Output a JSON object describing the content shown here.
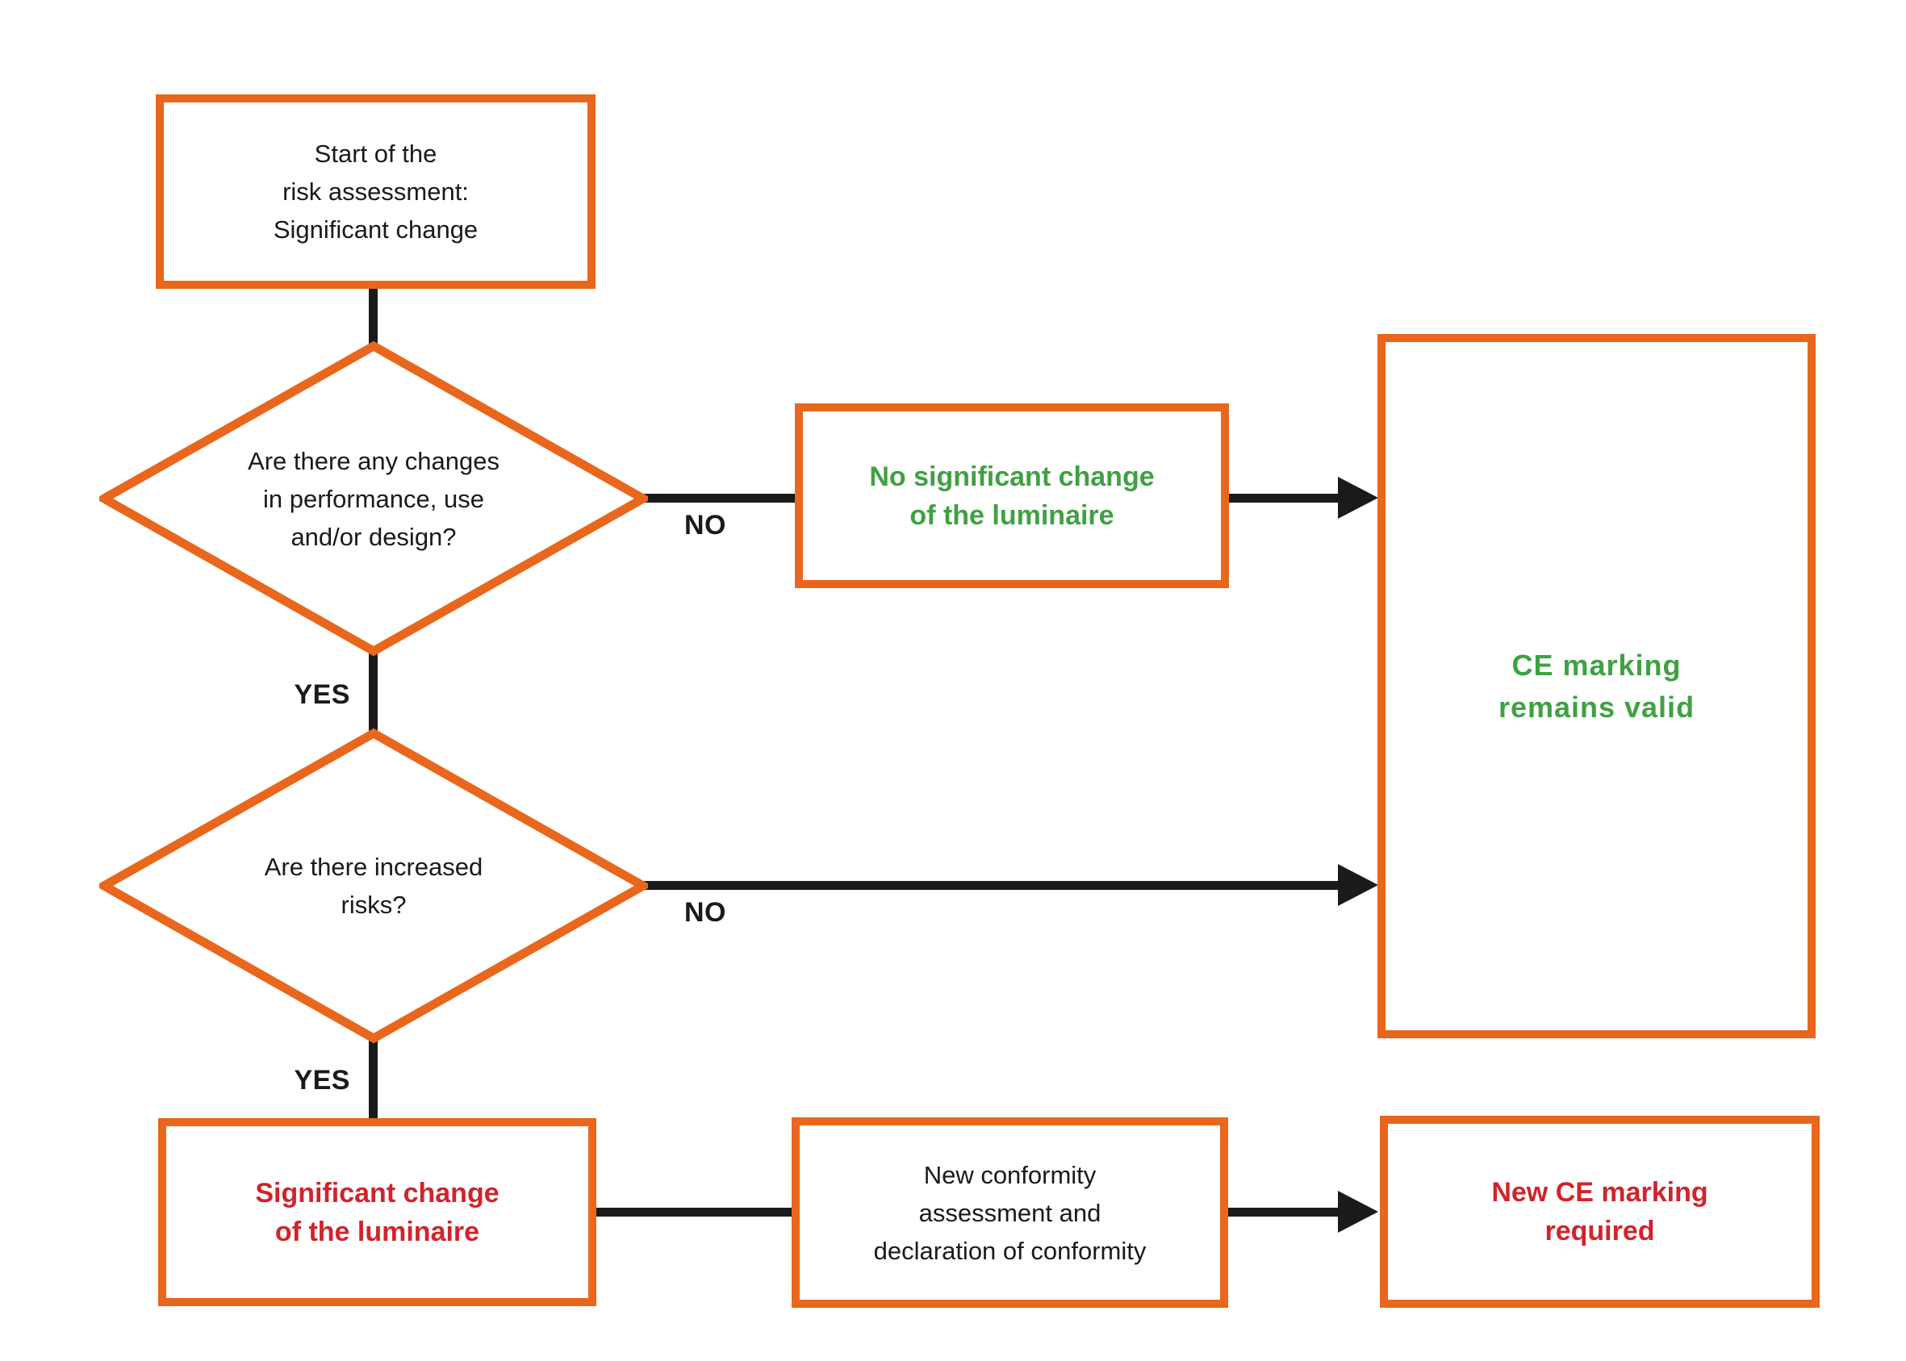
{
  "diagram": {
    "type": "flowchart",
    "subject": "Risk assessment for significant change of a luminaire (CE marking)",
    "palette": {
      "orange": "#E8671C",
      "green": "#3FA142",
      "red": "#D2232A",
      "line": "#1A1A1A",
      "background": "#FFFFFF"
    },
    "nodes": {
      "start": {
        "shape": "rectangle",
        "text": "Start of the\nrisk assessment:\nSignificant change",
        "text_color": "#1A1A1A"
      },
      "q_changes": {
        "shape": "diamond",
        "text": "Are there any changes\nin performance, use\nand/or design?",
        "text_color": "#1A1A1A"
      },
      "no_significant_change": {
        "shape": "rectangle",
        "text": "No significant change\nof the luminaire",
        "text_color": "#3FA142"
      },
      "ce_valid": {
        "shape": "rectangle",
        "text": "CE marking\nremains valid",
        "text_color": "#3FA142"
      },
      "q_risks": {
        "shape": "diamond",
        "text": "Are there increased\nrisks?",
        "text_color": "#1A1A1A"
      },
      "significant_change": {
        "shape": "rectangle",
        "text": "Significant change\nof the luminaire",
        "text_color": "#D2232A"
      },
      "new_conformity": {
        "shape": "rectangle",
        "text": "New conformity\nassessment and\ndeclaration of conformity",
        "text_color": "#1A1A1A"
      },
      "new_ce_marking": {
        "shape": "rectangle",
        "text": "New CE marking\nrequired",
        "text_color": "#D2232A"
      }
    },
    "edges": {
      "q_changes_no_label": "NO",
      "q_changes_yes_label": "YES",
      "q_risks_no_label": "NO",
      "q_risks_yes_label": "YES"
    }
  }
}
